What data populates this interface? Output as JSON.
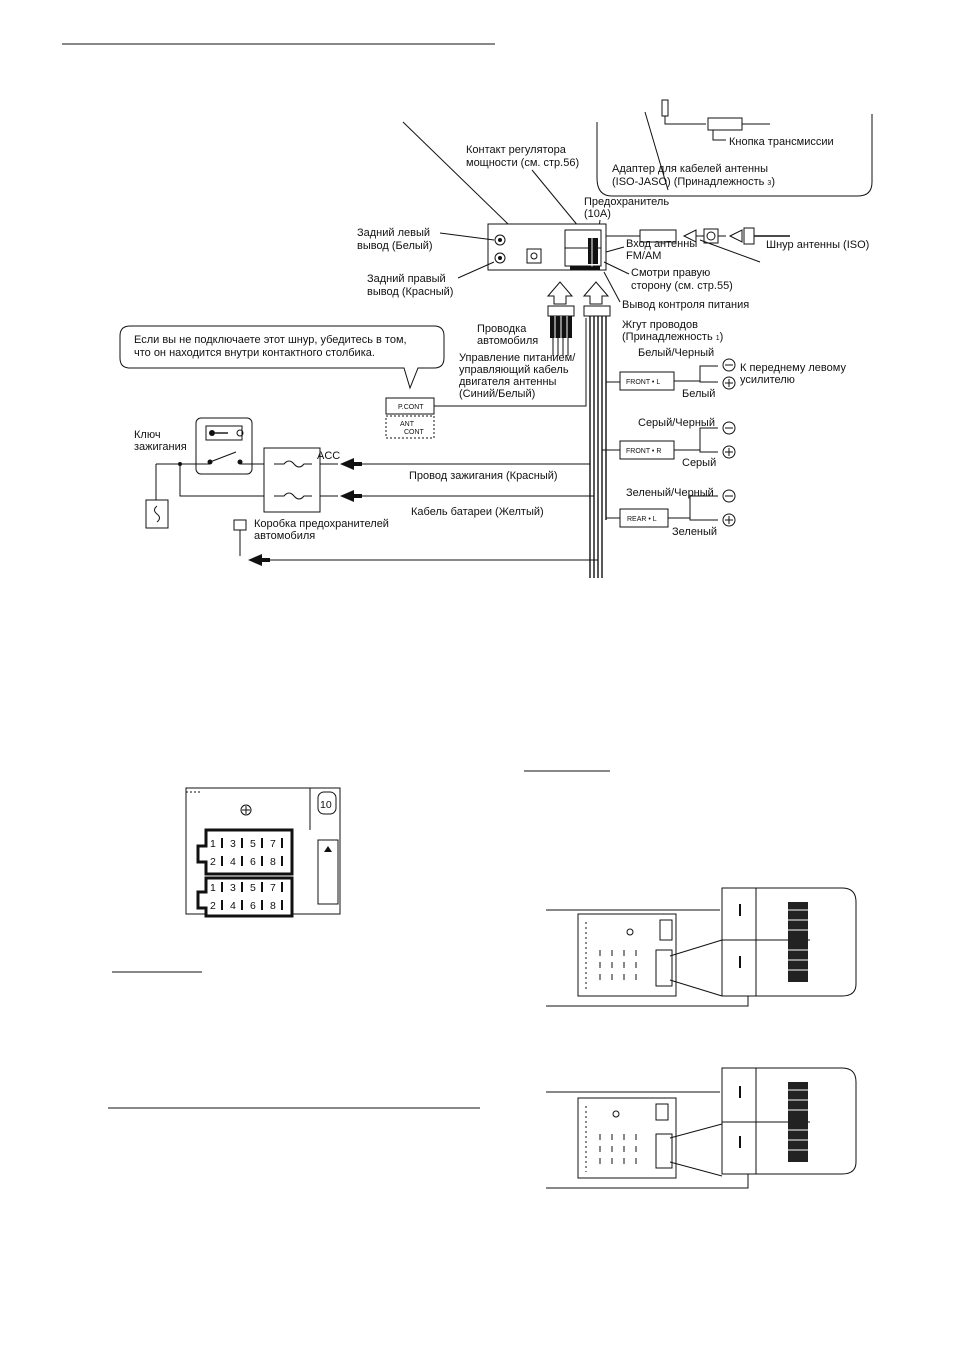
{
  "labels": {
    "power_contact": [
      "Контакт регулятора",
      "мощности (см. стр.56)"
    ],
    "transmit_button": "Кнопка трансмиссии",
    "antenna_adapter": [
      "Адаптер для кабелей антенны",
      "(ISO-JASO) (Принадлежность",
      "3",
      ")"
    ],
    "fuse": [
      "Предохранитель",
      "(10A)"
    ],
    "rear_left": [
      "Задний левый",
      "вывод (Белый)"
    ],
    "rear_right": [
      "Задний правый",
      "вывод (Красный)"
    ],
    "antenna_input": [
      "Вход антенны",
      "FM/AM"
    ],
    "antenna_cord": "Шнур антенны (ISO)",
    "see_right": [
      "Смотри правую",
      "сторону (см. стр.55)"
    ],
    "power_monitor": "Вывод контроля питания",
    "car_wiring": [
      "Проводка",
      "автомобиля"
    ],
    "harness": [
      "Жгут проводов",
      "(Принадлежность",
      "1",
      ")"
    ],
    "callout": [
      "Если вы не подключаете этот шнур, убедитесь в том,",
      "что он находится внутри контактного столбика."
    ],
    "power_control": [
      "Управление питанием/",
      "управляющий кабель",
      "двигателя антенны",
      "(Синий/Белый)"
    ],
    "white_black": "Белый/Черный",
    "front_left_amp": [
      "К переднему левому",
      "усилителю"
    ],
    "white": "Белый",
    "gray_black": "Серый/Черный",
    "gray": "Серый",
    "green_black": "Зеленый/Черный",
    "green": "Зеленый",
    "ignition_key": [
      "Ключ",
      "зажигания"
    ],
    "acc": "ACC",
    "ignition_wire": "Провод зажигания (Красный)",
    "battery_cable": "Кабель батареи (Желтый)",
    "fuse_box": [
      "Коробка предохранителей",
      "автомобиля"
    ],
    "p_cont": "P.CONT",
    "ant_cont": [
      "ANT",
      "CONT"
    ],
    "front_l": "FRONT • L",
    "front_r": "FRONT • R",
    "rear_l": "REAR • L",
    "fuse_value": "10",
    "plus": "+",
    "minus": "−"
  },
  "connector_pins": {
    "top_row": [
      "1",
      "3",
      "5",
      "7"
    ],
    "bottom_row": [
      "2",
      "4",
      "6",
      "8"
    ]
  }
}
